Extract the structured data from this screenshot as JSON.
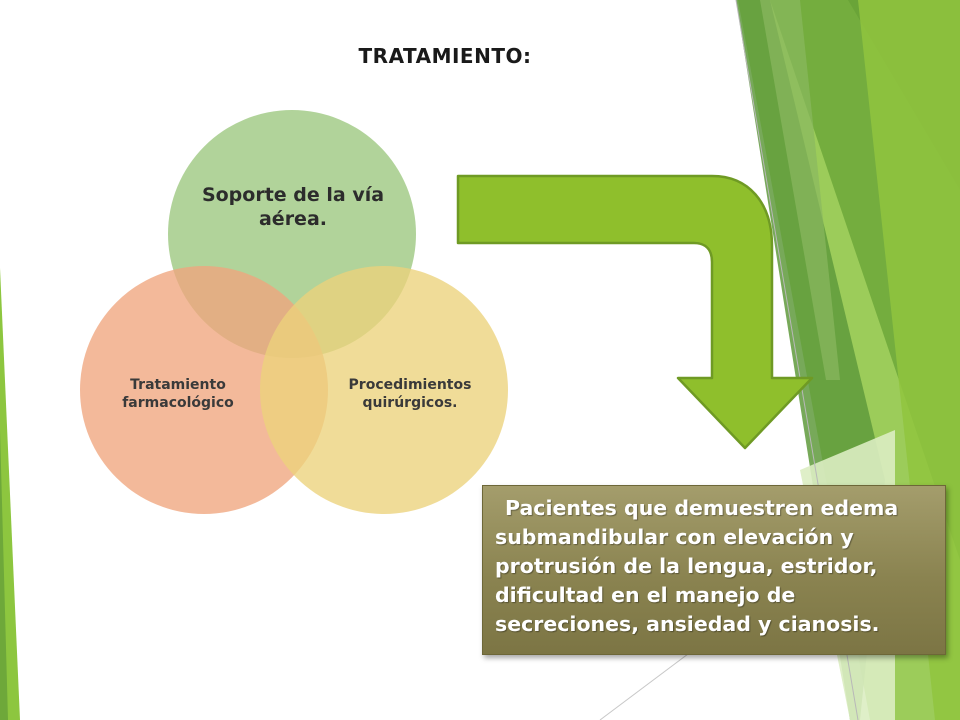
{
  "title": "TRATAMIENTO:",
  "venn": {
    "top": {
      "label": "Soporte de la vía aérea.",
      "color": "#9bc77e"
    },
    "left": {
      "label": "Tratamiento farmacológico",
      "color": "#efa57d"
    },
    "right": {
      "label": "Procedimientos quirúrgicos.",
      "color": "#ecd27b"
    }
  },
  "arrow": {
    "color": "#8fbf2c",
    "direction": "down",
    "icon": "bent-arrow-icon"
  },
  "info_box": {
    "text": "Pacientes que demuestren edema submandibular con elevación y protrusión de la lengua, estridor, dificultad en el manejo de secreciones, ansiedad y cianosis."
  },
  "theme": {
    "accent_green": "#8dc63f",
    "dark_green": "#5e9a3a",
    "box_color": "#8a8350"
  }
}
